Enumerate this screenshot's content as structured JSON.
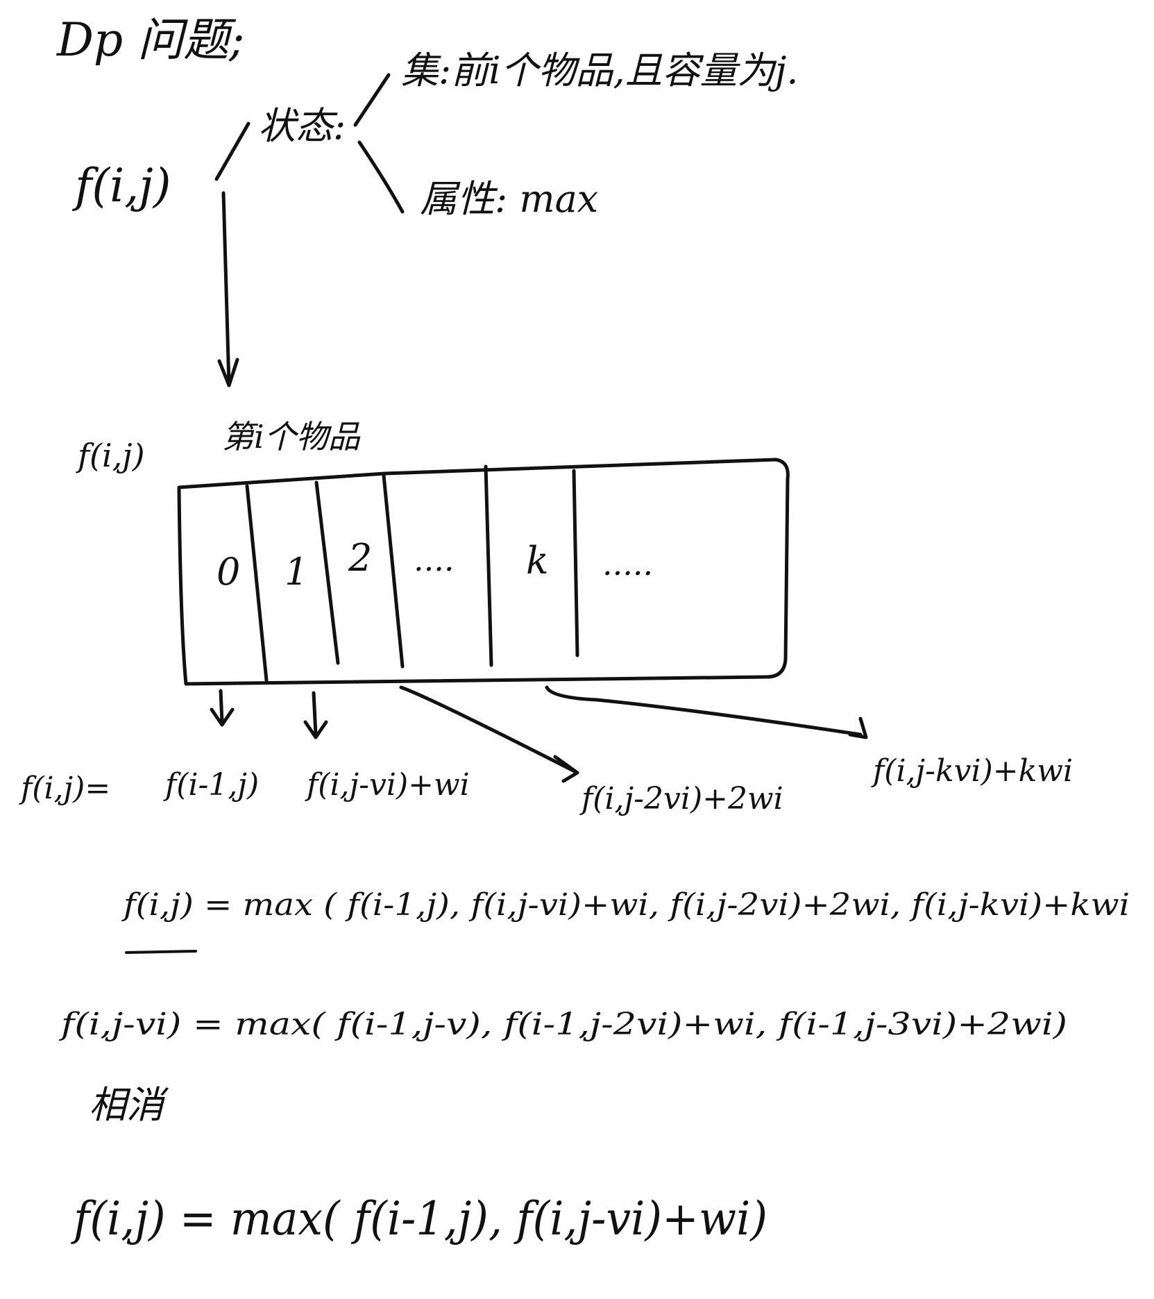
{
  "title": "Dp 问题;",
  "state": {
    "func": "f(i,j)",
    "label": "状态:",
    "set_desc": "集:前i个物品,且容量为j.",
    "attr_desc": "属性: max"
  },
  "table": {
    "label_func": "f(i,j)",
    "label_item": "第i个物品",
    "cells": [
      "0",
      "1",
      "2",
      "....",
      "k",
      "....."
    ]
  },
  "branches": {
    "lhs": "f(i,j)=",
    "terms": [
      "f(i-1,j)",
      "f(i,j-vi)+wi",
      "f(i,j-2vi)+2wi",
      "f(i,j-kvi)+kwi"
    ]
  },
  "equations": {
    "eq1": "f(i,j) = max ( f(i-1,j), f(i,j-vi)+wi, f(i,j-2vi)+2wi, f(i,j-kvi)+kwi",
    "eq2": "f(i,j-vi)  = max( f(i-1,j-v), f(i-1,j-2vi)+wi, f(i-1,j-3vi)+2wi)",
    "note": "相消",
    "result": "f(i,j) = max( f(i-1,j), f(i,j-vi)+wi)"
  }
}
